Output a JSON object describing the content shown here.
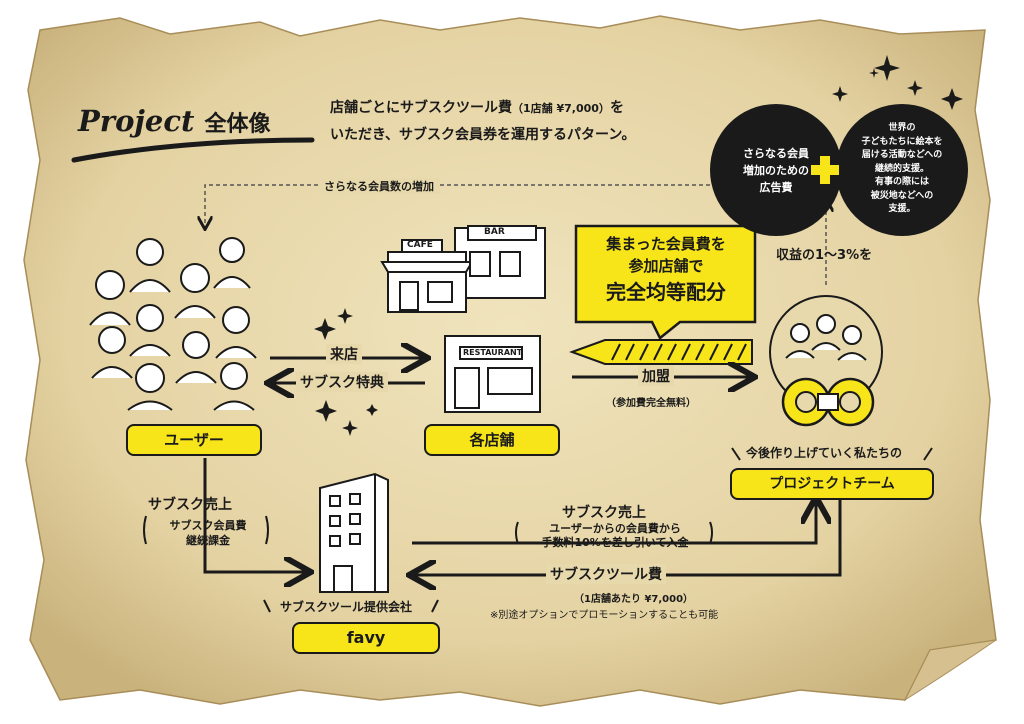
{
  "title": {
    "project": "Project",
    "suffix": "全体像"
  },
  "intro": {
    "line1a": "店舗ごとにサブスクツール費",
    "line1b": "（1店舗 ¥7,000）",
    "line1c": "を",
    "line2": "いただき、サブスク会員券を運用するパターン。"
  },
  "top_loop": {
    "label": "さらなる会員数の増加"
  },
  "right_circles": {
    "ad": [
      "さらなる会員",
      "増加のための",
      "広告費"
    ],
    "plus": "+",
    "support": [
      "世界の",
      "子どもたちに絵本を",
      "届ける活動などへの",
      "継続的支援。",
      "有事の際には",
      "被災地などへの",
      "支援。"
    ]
  },
  "revenue_share": "収益の1〜3%を",
  "callout": {
    "lines": [
      "集まった会員費を",
      "参加店舗で",
      "完全均等配分"
    ]
  },
  "user_store": {
    "to_store": "来店",
    "to_user": "サブスク特典"
  },
  "join": {
    "label": "加盟",
    "note": "（参加費完全無料）"
  },
  "labels": {
    "users": "ユーザー",
    "stores": "各店舗",
    "team_caption": "今後作り上げていく私たちの",
    "team": "プロジェクトチーム",
    "company_caption": "サブスクツール提供会社",
    "favy": "favy"
  },
  "left_flow": {
    "title": "サブスク売上",
    "sub": [
      "サブスク会員費",
      "継続課金"
    ]
  },
  "mid_flow": {
    "title": "サブスク売上",
    "sub": [
      "ユーザーからの会員費から",
      "手数料10%を差し引いて入金"
    ]
  },
  "bottom_flow": {
    "title": "サブスクツール費",
    "sub": "（1店舗あたり ¥7,000）",
    "note": "※別途オプションでプロモーションすることも可能"
  },
  "signs": {
    "cafe": "CAFE",
    "bar": "BAR",
    "restaurant": "RESTAURANT"
  },
  "colors": {
    "paper": "#e8d9ad",
    "yellow": "#f7e51a",
    "ink": "#1a1a1a"
  }
}
